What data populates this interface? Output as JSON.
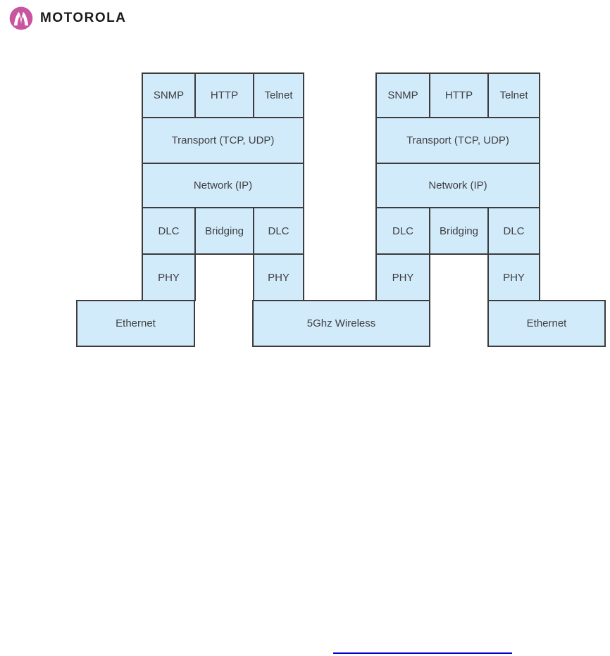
{
  "logo": {
    "brand_text": "MOTOROLA",
    "emblem": "motorola-m-batwing"
  },
  "colors": {
    "page_bg": "#ffffff",
    "box_fill": "#d2ebfb",
    "box_border": "#3c3c3c",
    "box_text": "#3f3f3f",
    "logo_pink": "#c9549f",
    "wordmark": "#1a1a1a",
    "footnote_rule": "#0000cd"
  },
  "diagram": {
    "description": "Two protocol stacks bridged over wireless",
    "left_stack": {
      "snmp": "SNMP",
      "http": "HTTP",
      "telnet": "Telnet",
      "transport": "Transport (TCP, UDP)",
      "network": "Network (IP)",
      "dlc_left": "DLC",
      "bridging": "Bridging",
      "dlc_right": "DLC",
      "phy_left": "PHY",
      "phy_right": "PHY"
    },
    "right_stack": {
      "snmp": "SNMP",
      "http": "HTTP",
      "telnet": "Telnet",
      "transport": "Transport (TCP, UDP)",
      "network": "Network (IP)",
      "dlc_left": "DLC",
      "bridging": "Bridging",
      "dlc_right": "DLC",
      "phy_left": "PHY",
      "phy_right": "PHY"
    },
    "links": {
      "ethernet_left": "Ethernet",
      "wireless": "5Ghz Wireless",
      "ethernet_right": "Ethernet"
    }
  }
}
